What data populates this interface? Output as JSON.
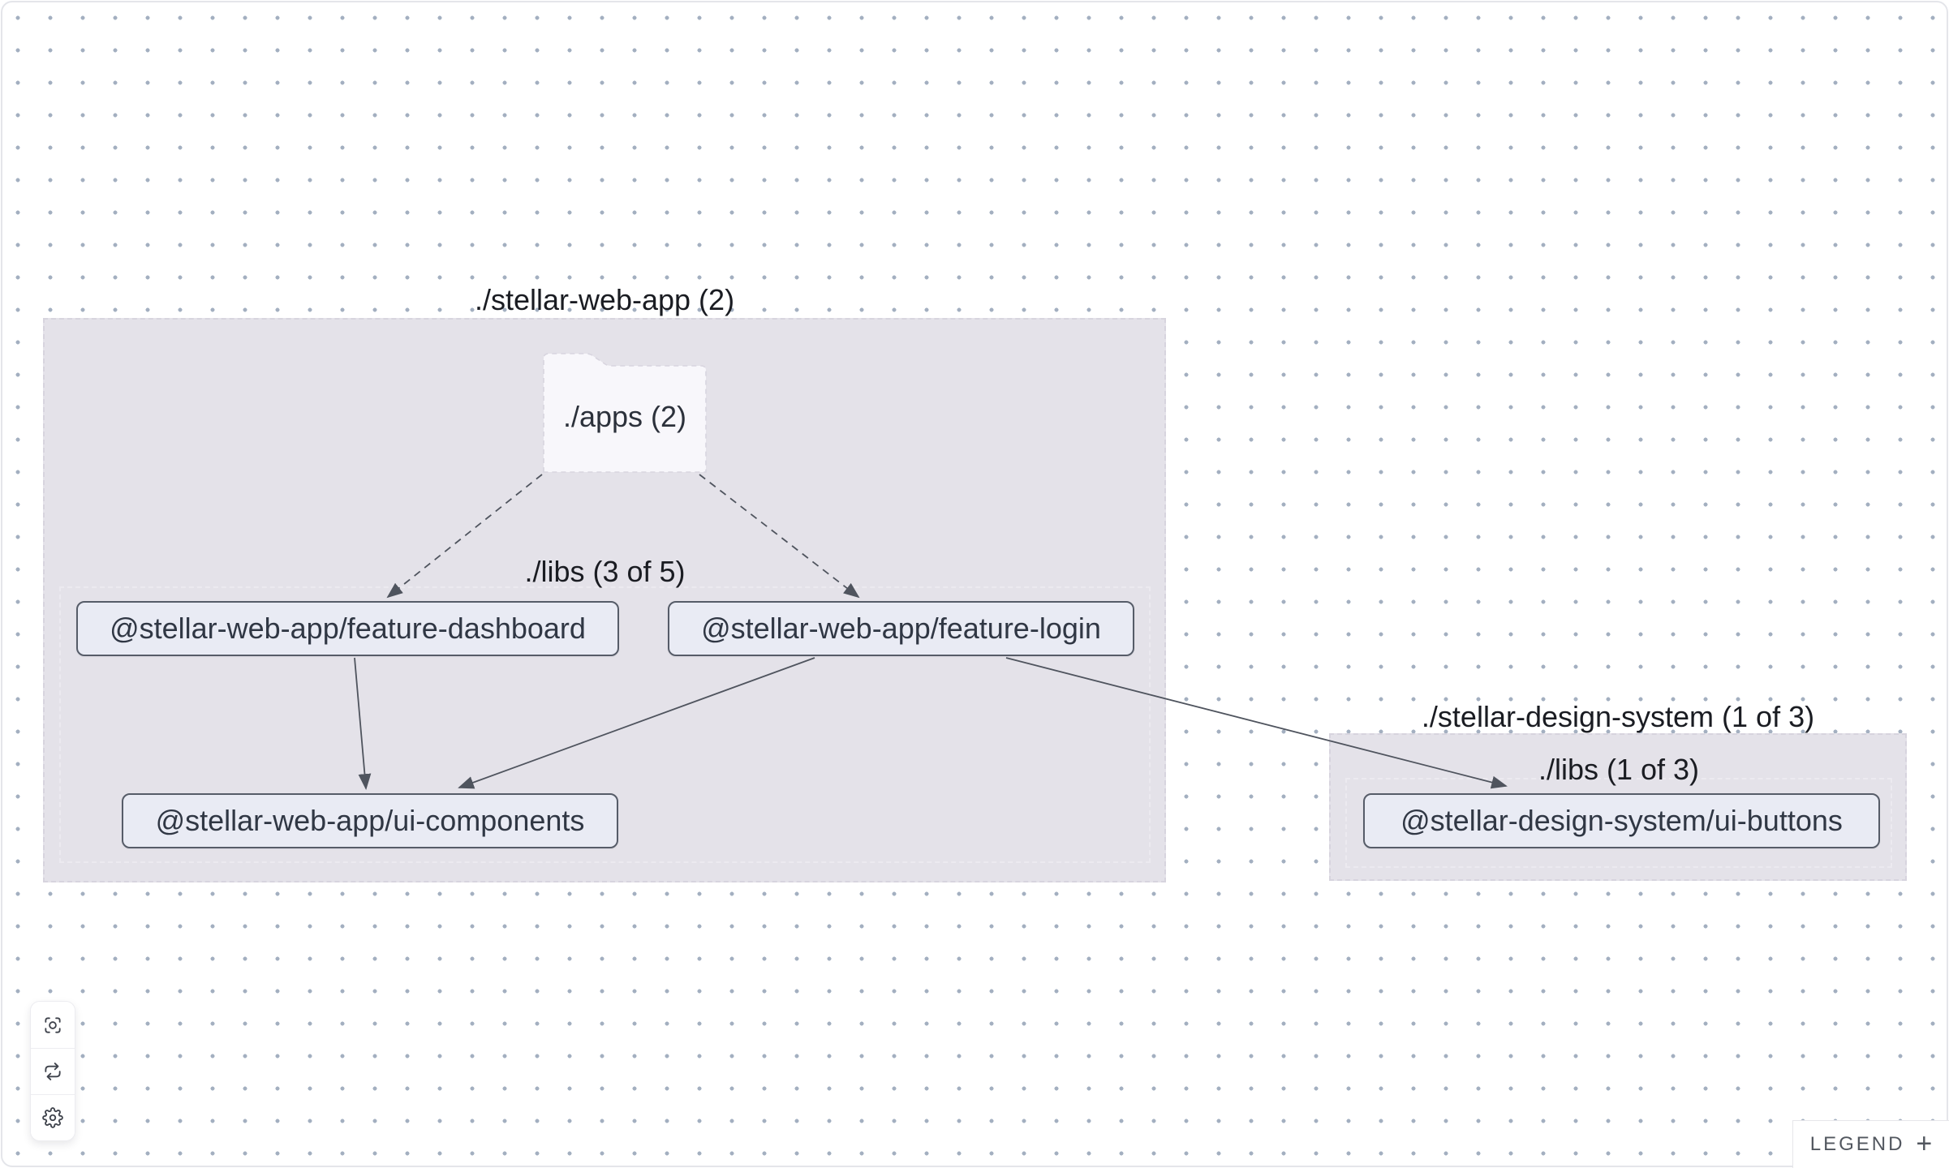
{
  "groups": [
    {
      "title": "./stellar-web-app (2)",
      "folder": {
        "label": "./apps (2)"
      },
      "libs_label": "./libs (3 of 5)"
    },
    {
      "title": "./stellar-design-system (1 of 3)",
      "libs_label": "./libs (1 of 3)"
    }
  ],
  "nodes": [
    {
      "label": "@stellar-web-app/feature-dashboard"
    },
    {
      "label": "@stellar-web-app/feature-login"
    },
    {
      "label": "@stellar-web-app/ui-components"
    },
    {
      "label": "@stellar-design-system/ui-buttons"
    }
  ],
  "edges": [
    {
      "source": "./apps",
      "target": "@stellar-web-app/feature-dashboard",
      "style": "dashed"
    },
    {
      "source": "./apps",
      "target": "@stellar-web-app/feature-login",
      "style": "dashed"
    },
    {
      "source": "@stellar-web-app/feature-dashboard",
      "target": "@stellar-web-app/ui-components",
      "style": "solid"
    },
    {
      "source": "@stellar-web-app/feature-login",
      "target": "@stellar-web-app/ui-components",
      "style": "solid"
    },
    {
      "source": "@stellar-web-app/feature-login",
      "target": "@stellar-design-system/ui-buttons",
      "style": "solid"
    }
  ],
  "controls": [
    {
      "icon": "focus-icon"
    },
    {
      "icon": "refresh-icon"
    },
    {
      "icon": "settings-icon"
    }
  ],
  "legend": {
    "label": "LEGEND",
    "toggle": "+"
  },
  "colors": {
    "canvas_bg": "#ffffff",
    "dot": "#a3afc0",
    "group_fill": "#e4e2e9",
    "group_border": "#d7d4de",
    "subgroup_border": "#eceaf0",
    "folder_fill": "#f8f7fb",
    "node_fill": "#e9ebf4",
    "node_border": "#565c68",
    "node_text": "#303744",
    "edge": "#4f545e",
    "title_text": "#1a1c22",
    "legend_text": "#52575f"
  }
}
